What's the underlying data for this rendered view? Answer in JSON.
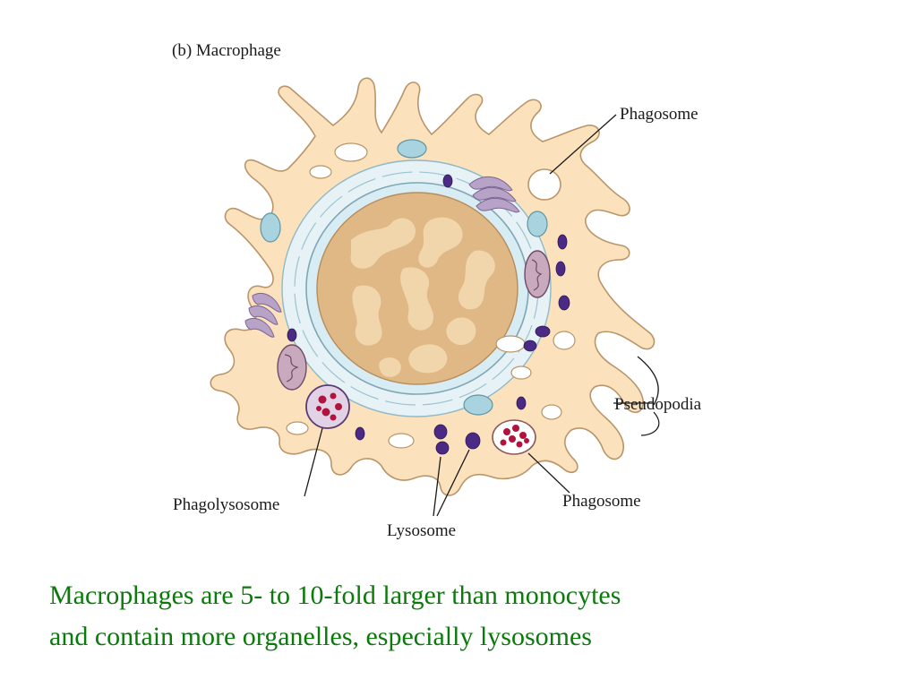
{
  "figure": {
    "title": "(b) Macrophage",
    "labels": {
      "phagosome_top": "Phagosome",
      "pseudopodia": "Pseudopodia",
      "phagosome_bottom": "Phagosome",
      "phagolysosome": "Phagolysosome",
      "lysosome": "Lysosome"
    },
    "colors": {
      "cytoplasm": "#fbe2bd",
      "cell_outline": "#b99569",
      "nucleus": "#dfb886",
      "chromatin_light": "#f3d8ae",
      "nuclear_envelope": "#d8ecf3",
      "lysosome": "#4b2a85",
      "vesicle": "#a9d4df",
      "phagosome_content": "#b2123e",
      "golgi": "#b7a3c7"
    }
  },
  "caption": {
    "line1": "Macrophages are 5- to 10-fold larger than monocytes",
    "line2": "and contain more organelles, especially lysosomes"
  }
}
